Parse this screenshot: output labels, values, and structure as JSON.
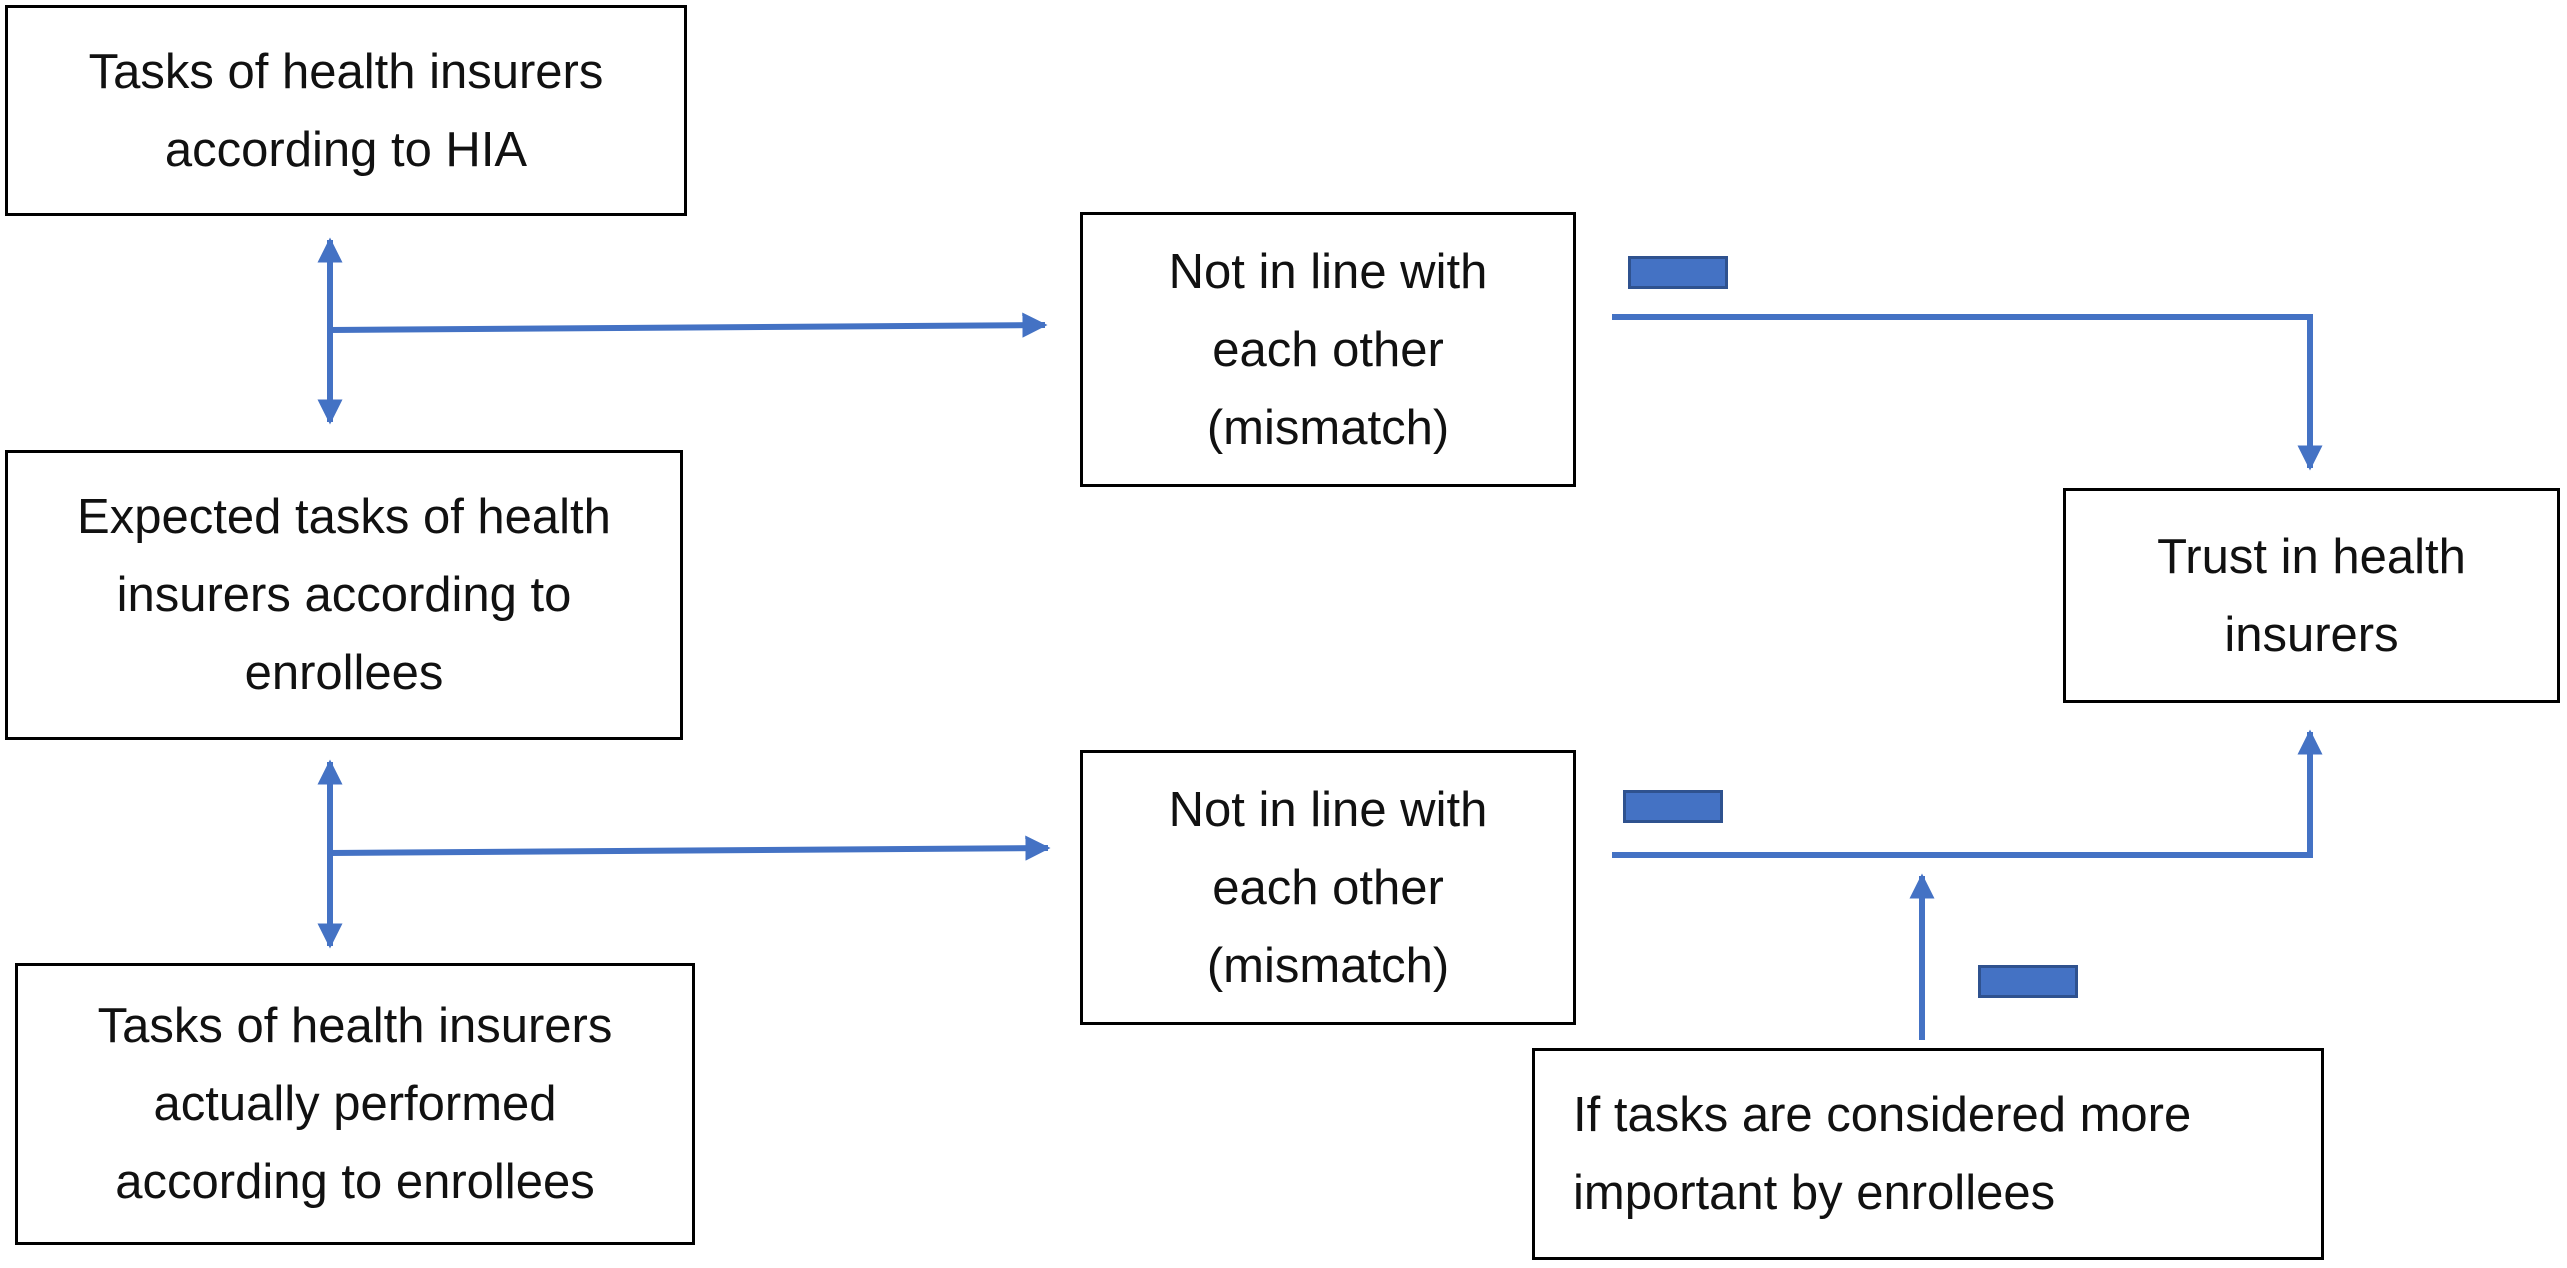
{
  "boxes": {
    "tasks_hia": [
      "Tasks of health insurers",
      "according to HIA"
    ],
    "expected_tasks": [
      "Expected tasks of health",
      "insurers according to",
      "enrollees"
    ],
    "actual_tasks": [
      "Tasks of health insurers",
      "actually performed",
      "according to enrollees"
    ],
    "mismatch_top": [
      "Not in line with",
      "each other",
      "(mismatch)"
    ],
    "mismatch_bottom": [
      "Not in line with",
      "each other",
      "(mismatch)"
    ],
    "trust": [
      "Trust in health",
      "insurers"
    ],
    "moderator": [
      "If tasks are considered more",
      "important by enrollees"
    ]
  },
  "colors": {
    "arrow": "#4472c4",
    "negative_sign": "#4472c4",
    "box_border": "#000000"
  },
  "icons": {
    "negative_effect": "minus-sign"
  }
}
